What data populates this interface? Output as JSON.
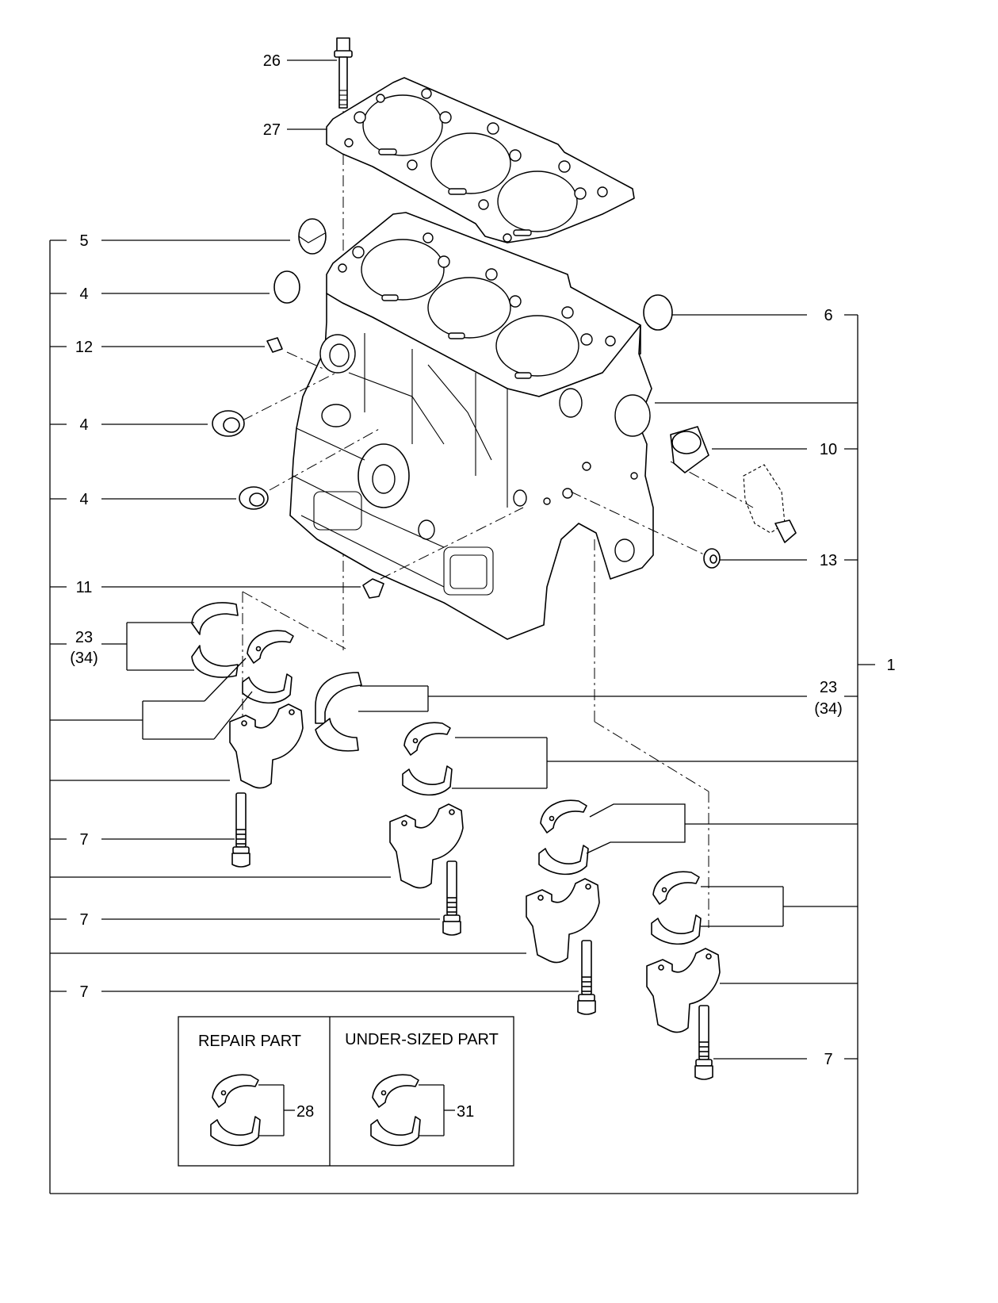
{
  "callouts": {
    "c26": "26",
    "c27": "27",
    "c5": "5",
    "c4a": "4",
    "c12": "12",
    "c4b": "4",
    "c4c": "4",
    "c11": "11",
    "c23a": "23",
    "c34a": "(34)",
    "c6": "6",
    "c10": "10",
    "c13": "13",
    "c1": "1",
    "c23b": "23",
    "c34b": "(34)",
    "c7a": "7",
    "c7b": "7",
    "c7c": "7",
    "c7d": "7",
    "c28": "28",
    "c31": "31"
  },
  "inset": {
    "repair_title": "REPAIR PART",
    "undersized_title": "UNDER-SIZED PART"
  }
}
